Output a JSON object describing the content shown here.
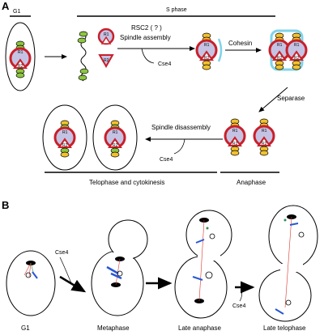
{
  "panel_a": {
    "letter": "A",
    "g1_label": "G1",
    "s_phase_label": "S phase",
    "rsc2_label": "RSC2 ( ? )",
    "spindle_assembly_label": "Spindle assembly",
    "cse4_label": "Cse4",
    "cohesin_label": "Cohesin",
    "separase_label": "Separase",
    "spindle_disassembly_label": "Spindle disassembly",
    "cse4_bottom_label": "Cse4",
    "telophase_label": "Telophase and cytokinesis",
    "anaphase_label": "Anaphase",
    "r1": "R1",
    "r2": "R2"
  },
  "panel_b": {
    "letter": "B",
    "cse4_left_label": "Cse4",
    "cse4_right_label": "Cse4",
    "stages": [
      "G1",
      "Metaphase",
      "Late anaphase",
      "Late telophase"
    ]
  },
  "colors": {
    "ring_red": "#c8202a",
    "disc_lavender": "#c5c3e4",
    "nucleosome_green": "#8dc63f",
    "nucleosome_yellow": "#f2c12e",
    "cohesin_cyan": "#7fd3ea",
    "spindle_blue": "#2757d6",
    "microtubule_red": "#d9352b"
  }
}
